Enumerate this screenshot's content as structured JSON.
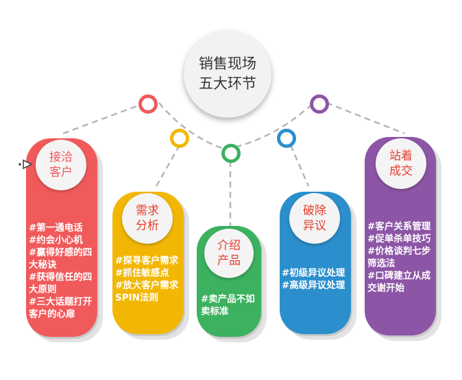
{
  "center": {
    "line1": "销售现场",
    "line2": "五大环节"
  },
  "colors": {
    "red": "#f05a5b",
    "yellow": "#f2b705",
    "green": "#3cb15f",
    "blue": "#2b8fcd",
    "purple": "#8d55a6"
  },
  "stages": [
    {
      "title1": "接洽",
      "title2": "客户",
      "items": [
        "#第一通电话",
        "#约会小心机",
        "#赢得好感的四",
        "大秘诀",
        "#获得信任的四",
        "大原则",
        "#三大话题打开",
        "客户的心扉"
      ]
    },
    {
      "title1": "需求",
      "title2": "分析",
      "items": [
        "#探寻客户需求",
        "#抓住敏感点",
        "#放大客户需求",
        "SPIN法则"
      ]
    },
    {
      "title1": "介绍",
      "title2": "产品",
      "items": [
        "#卖产品不如",
        "卖标准"
      ]
    },
    {
      "title1": "破除",
      "title2": "异议",
      "items": [
        "#初级异议处理",
        "#高级异议处理"
      ]
    },
    {
      "title1": "站着",
      "title2": "成交",
      "items": [
        "#客户关系管理",
        "#促单杀单技巧",
        "#价格谈判七步",
        "筛选法",
        "#口碑建立从成",
        "交谢开始"
      ]
    }
  ]
}
